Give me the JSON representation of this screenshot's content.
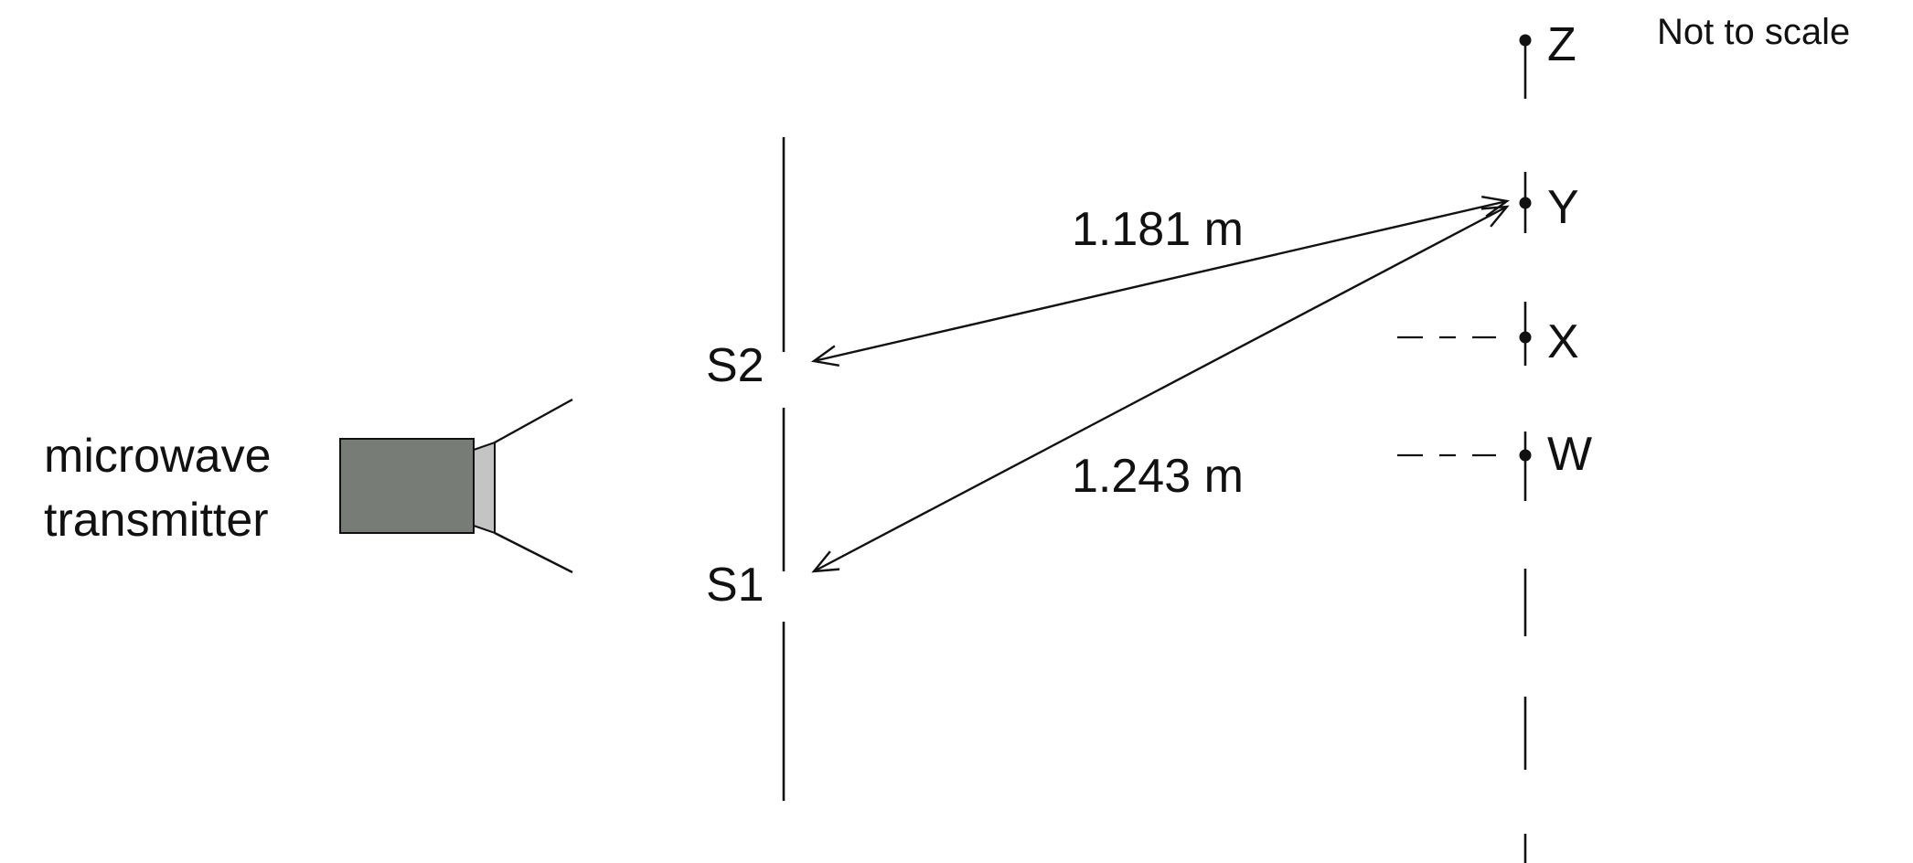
{
  "note": "Not to scale",
  "transmitter": {
    "label_line1": "microwave",
    "label_line2": "transmitter",
    "body_color": "#777c77",
    "horn_color": "#c4c4c4"
  },
  "slits": {
    "s1": "S1",
    "s2": "S2"
  },
  "points": {
    "z": "Z",
    "y": "Y",
    "x": "X",
    "w": "W"
  },
  "distances": {
    "s2_to_y": "1.181 m",
    "s1_to_y": "1.243 m"
  },
  "colors": {
    "line": "#111111",
    "background": "#ffffff"
  }
}
